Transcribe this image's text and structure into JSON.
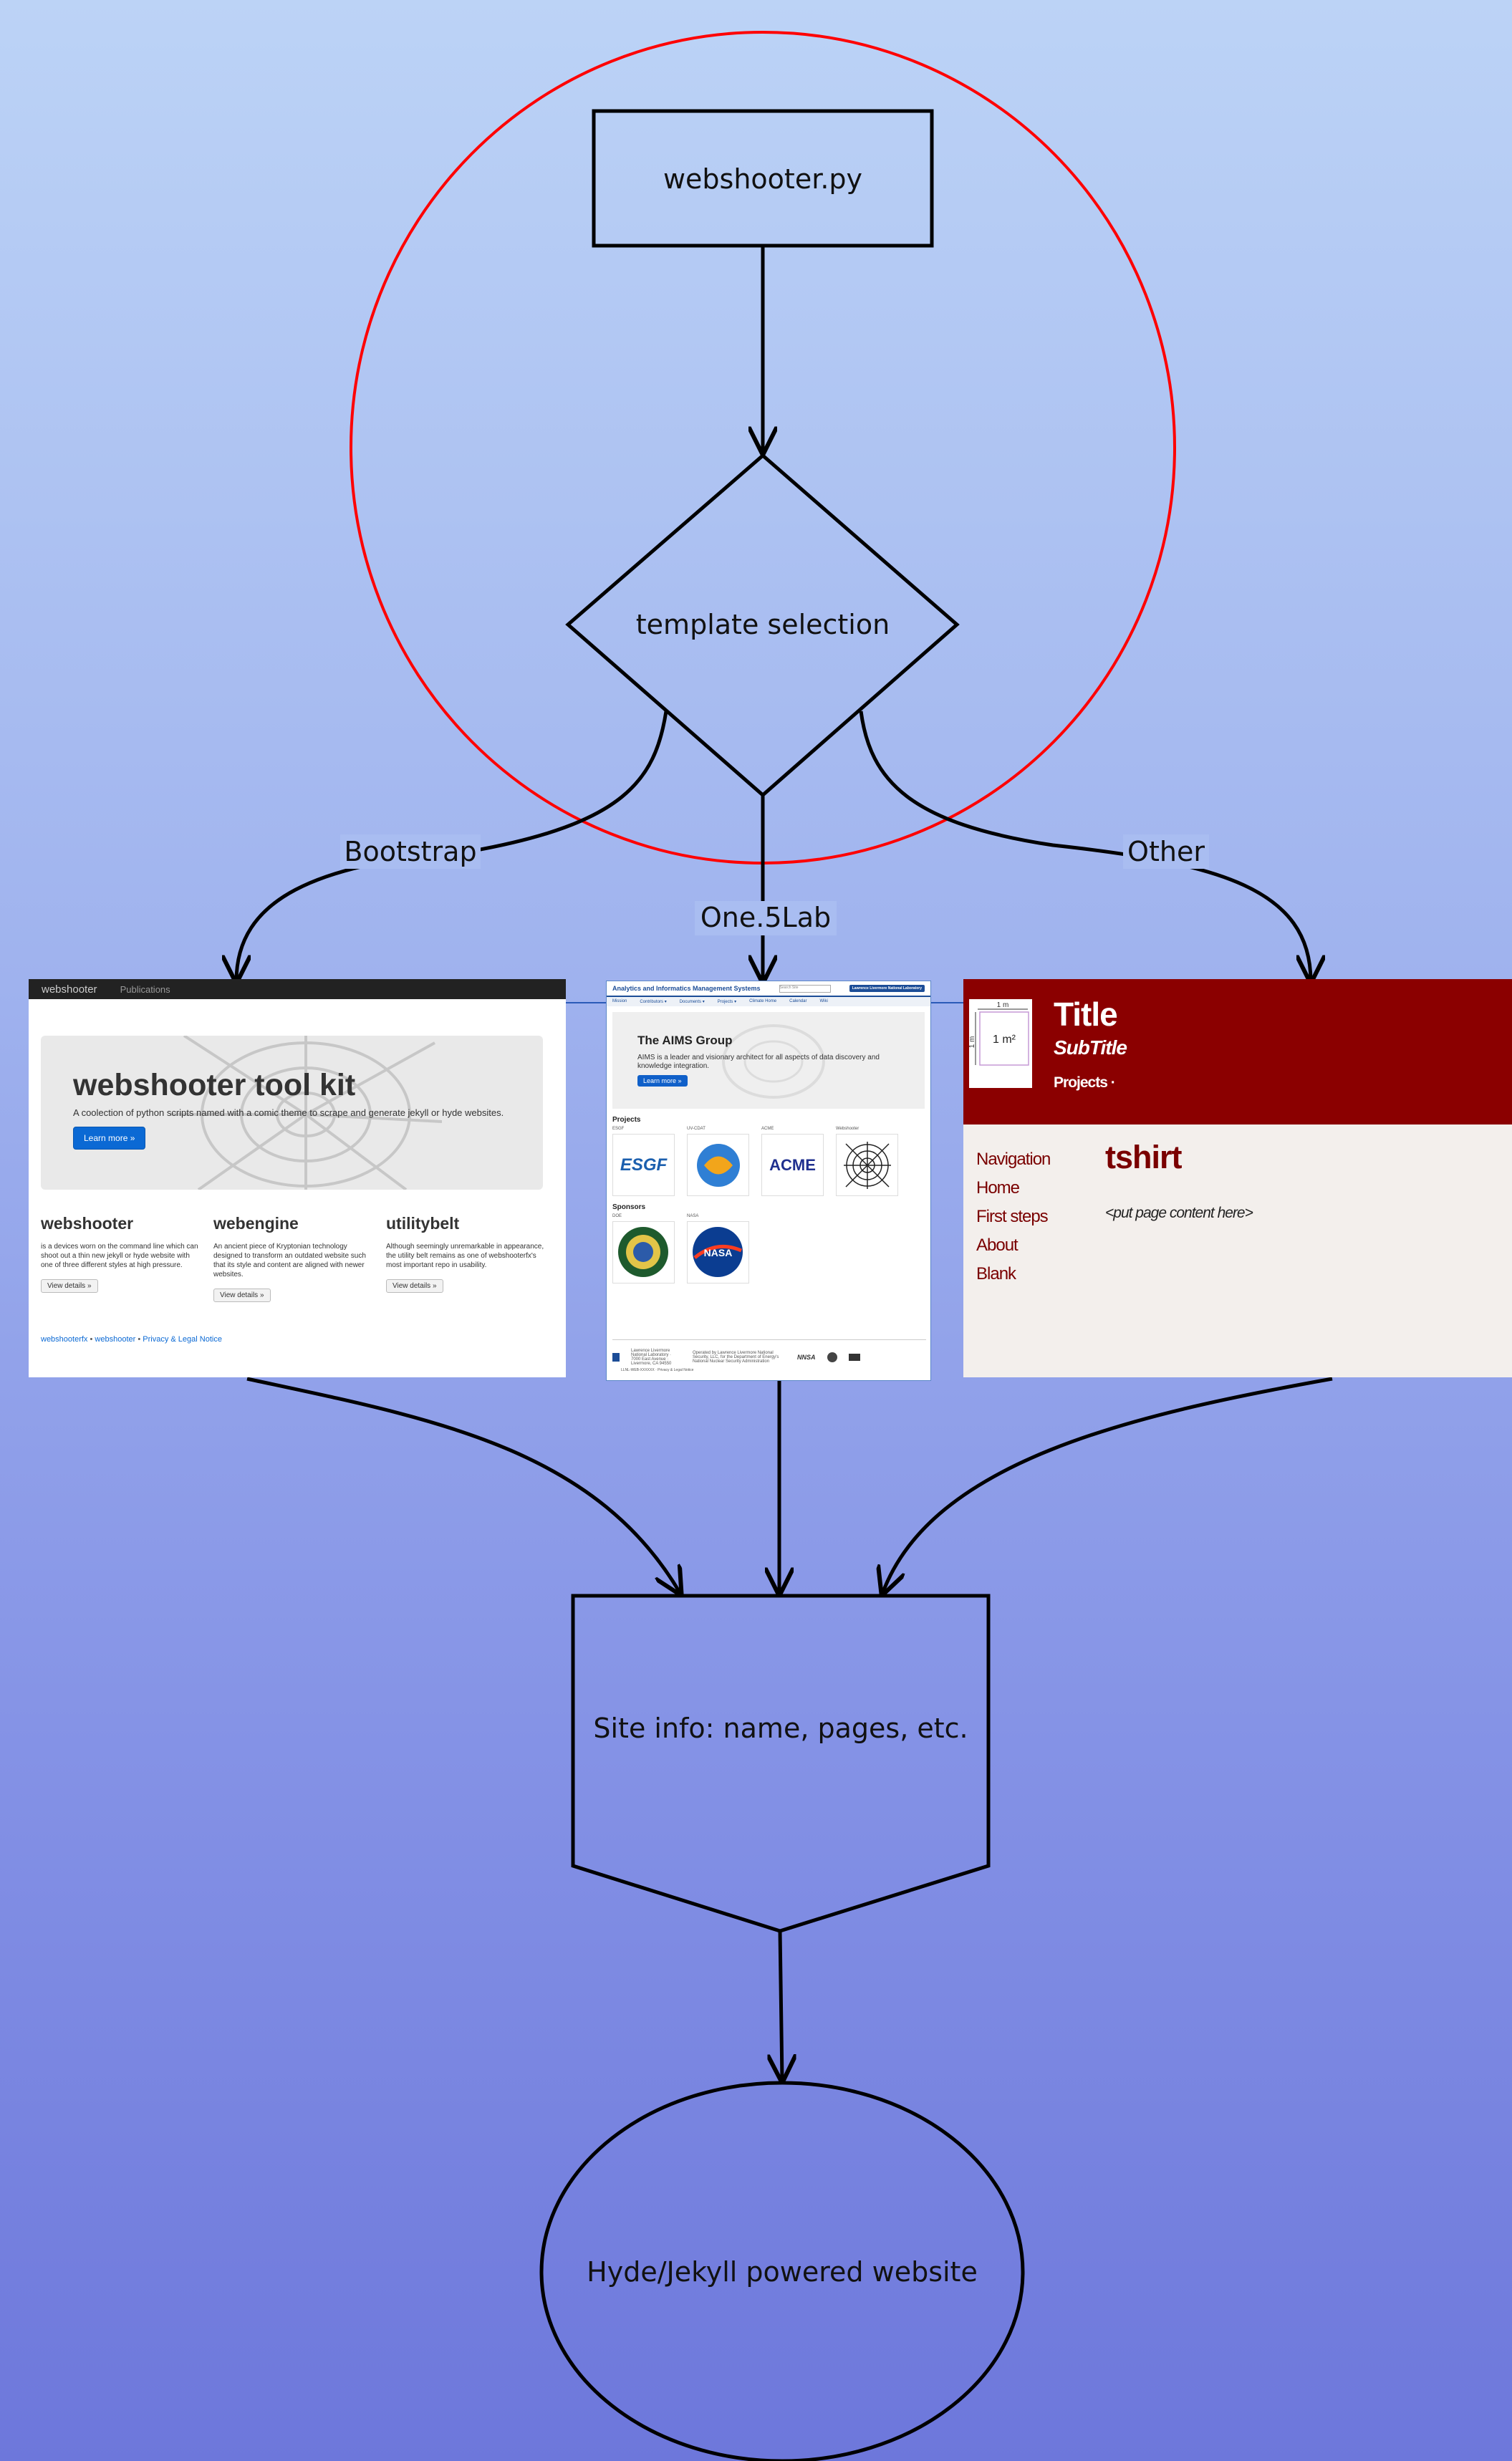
{
  "nodes": {
    "start": "webshooter.py",
    "decision": "template selection",
    "site_info": "Site info: name, pages, etc.",
    "end": "Hyde/Jekyll powered website"
  },
  "edges": {
    "bootstrap": "Bootstrap",
    "one5lab": "One.5Lab",
    "other": "Other"
  },
  "colors": {
    "highlight_circle": "#ff0000",
    "line": "#000000"
  },
  "bootstrap_shot": {
    "nav_brand": "webshooter",
    "nav_link": "Publications",
    "title": "webshooter tool kit",
    "lead": "A coolection of python scripts named with a comic theme to scrape and generate jekyll or hyde websites.",
    "button": "Learn more »",
    "columns": [
      {
        "title": "webshooter",
        "text": "is a devices worn on the command line which can shoot out a thin new jekyll or hyde website with one of three different styles at high pressure.",
        "button": "View details »"
      },
      {
        "title": "webengine",
        "text": "An ancient piece of Kryptonian technology designed to transform an outdated website such that its style and content are aligned with newer websites.",
        "button": "View details »"
      },
      {
        "title": "utilitybelt",
        "text": "Although seemingly unremarkable in appearance, the utility belt remains as one of webshooterfx's most important repo in usability.",
        "button": "View details »"
      }
    ],
    "footer": [
      "webshooterfx",
      "webshooter",
      "Privacy & Legal Notice"
    ]
  },
  "aims_shot": {
    "site_title": "Analytics and Informatics Management Systems",
    "search_placeholder": "Search Site",
    "lab_logo": "Lawrence Livermore National Laboratory",
    "nav": [
      "Mission",
      "Contributors ▾",
      "Documents ▾",
      "Projects ▾",
      "Climate Home",
      "Calendar",
      "Wiki"
    ],
    "heading": "The AIMS Group",
    "text": "AIMS is a leader and visionary architect for all aspects of data discovery and knowledge integration.",
    "button": "Learn more »",
    "projects_label": "Projects",
    "projects": [
      {
        "caption": "ESGF",
        "logo": "ESGF"
      },
      {
        "caption": "UV-CDAT",
        "logo": ""
      },
      {
        "caption": "ACME",
        "logo": "ACME"
      },
      {
        "caption": "Webshooter",
        "logo": ""
      }
    ],
    "sponsors_label": "Sponsors",
    "sponsors": [
      {
        "caption": "DOE",
        "logo": ""
      },
      {
        "caption": "NASA",
        "logo": "NASA"
      }
    ],
    "footer_lab": "Lawrence Livermore National Laboratory · 7000 East Avenue · Livermore, CA 94550",
    "footer_ops": "Operated by Lawrence Livermore National Security, LLC, for the Department of Energy's National Nuclear Security Administration",
    "footer_nnsa": "NNSA",
    "copyright": "LLNL-WEB-XXXXXX · Privacy & Legal Notice"
  },
  "tshirt_shot": {
    "title": "Title",
    "subtitle": "SubTitle",
    "projects": "Projects ·",
    "icon_top": "1 m",
    "icon_side": "1 m",
    "icon_area": "1 m²",
    "nav": [
      "Navigation",
      "Home",
      "First steps",
      "About",
      "Blank"
    ],
    "heading": "tshirt",
    "text": "<put page content here>"
  }
}
